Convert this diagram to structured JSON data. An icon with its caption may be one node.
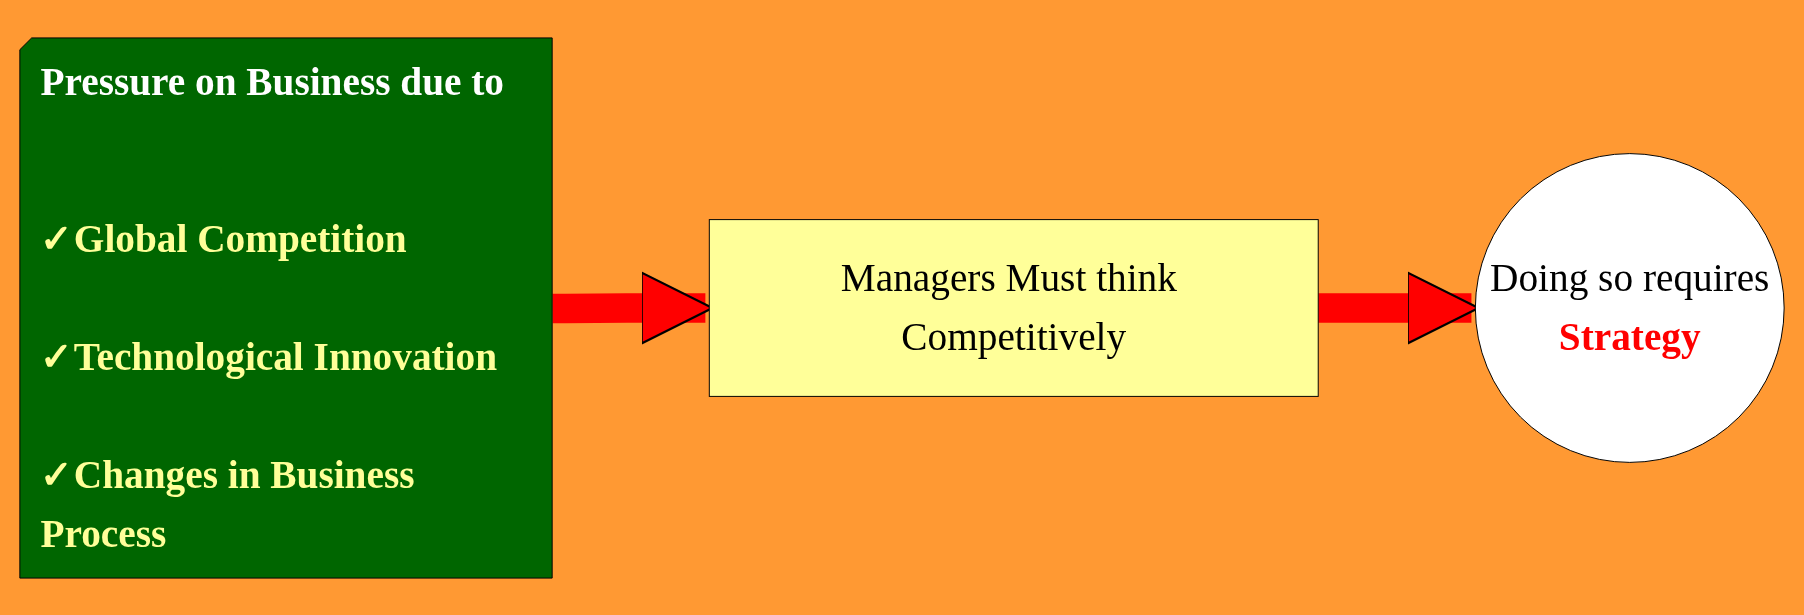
{
  "diagram": {
    "nodes": [
      {
        "text": [
          "Pressure on Business due to",
          "✓Global Competition",
          "✓Technological Innovation",
          "✓Changes in Business Process"
        ]
      },
      {
        "text": [
          "Managers Must think Competitively"
        ]
      },
      {
        "text": [
          "Doing so requires",
          "Strategy"
        ]
      }
    ],
    "edges": [
      {
        "from": 0,
        "to": 1,
        "arrow": "to"
      },
      {
        "from": 1,
        "to": 2,
        "arrow": "to"
      }
    ]
  }
}
